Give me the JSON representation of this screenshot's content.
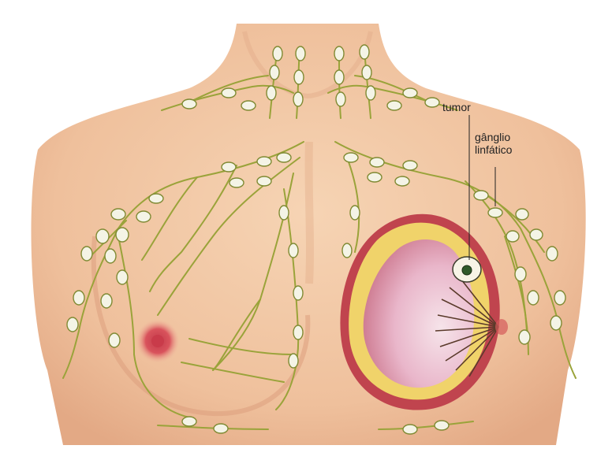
{
  "labels": {
    "tumor": "tumor",
    "lymph_node_line1": "gânglio",
    "lymph_node_line2": "linfático"
  },
  "colors": {
    "skin": "#f1c7a3",
    "skin_shadow": "#e2a783",
    "vessel": "#9aa33a",
    "node_fill": "#f4f4e6",
    "tissue_rim": "#c0444e",
    "fat": "#f0d36a",
    "gland": "#eec8d6",
    "nipple": "#d9535c"
  }
}
